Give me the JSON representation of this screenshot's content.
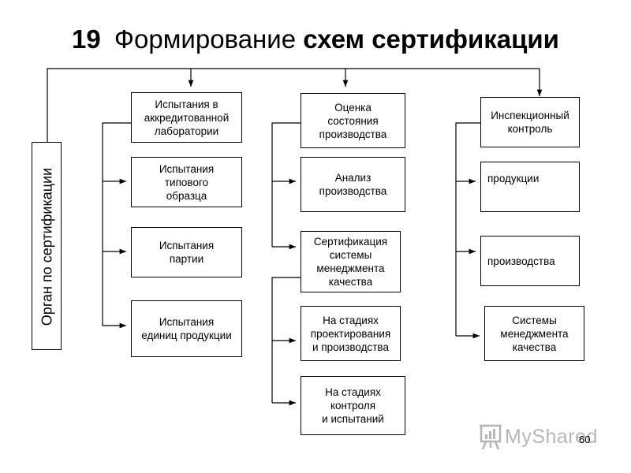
{
  "title": {
    "number": "19",
    "plain": "Формирование",
    "bold": "схем сертификации"
  },
  "organ": "Орган по сертификации",
  "col1": [
    "Испытания в\nаккредитованной\nлаборатории",
    "Испытания\nтипового\nобразца",
    "Испытания\nпартии",
    "Испытания\nединиц продукции"
  ],
  "col2": [
    "Оценка\nсостояния\nпроизводства",
    "Анализ\nпроизводства",
    "Сертификация\nсистемы\nменеджмента\nкачества",
    "На стадиях\nпроектирования\nи производства",
    "На стадиях\nконтроля\nи испытаний"
  ],
  "col3": [
    "Инспекционный\nконтроль",
    "продукции",
    "производства",
    "Системы\nменеджмента\nкачества"
  ],
  "watermark": "MyShared",
  "page_number": "60"
}
